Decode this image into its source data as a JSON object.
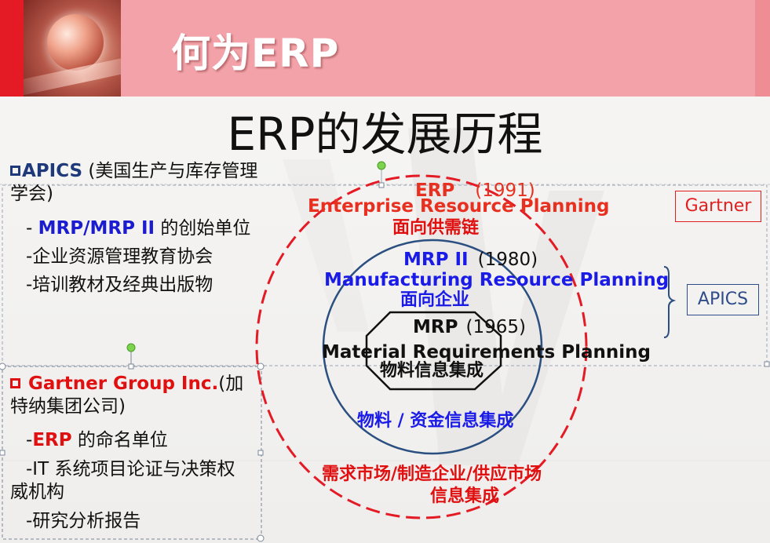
{
  "header": {
    "title": "何为ERP"
  },
  "main_title": "ERP的发展历程",
  "apics_block": {
    "title": "APICS",
    "subtitle_line1": " (美国生产与库存管理",
    "subtitle_line2": "学会)",
    "item1_prefix": "- ",
    "item1_bold": "MRP/MRP II",
    "item1_rest": " 的创始单位",
    "item2": "-企业资源管理教育协会",
    "item3": "-培训教材及经典出版物"
  },
  "gartner_block": {
    "title": "Gartner Group Inc.",
    "subtitle_line1": "(加",
    "subtitle_line2": "特纳集团公司)",
    "item1_prefix": "-",
    "item1_bold": "ERP",
    "item1_rest": " 的命名单位",
    "item2_line1": "-IT 系统项目论证与决策权",
    "item2_line2": "威机构",
    "item3": "-研究分析报告"
  },
  "diagram": {
    "erp": {
      "acronym": "ERP",
      "year": "(1991)",
      "full_name": "Enterprise Resource Planning",
      "focus": "面向供需链"
    },
    "mrp2": {
      "acronym": "MRP II",
      "year": "(1980)",
      "full_name": "Manufacturing Resource Planning",
      "focus": "面向企业"
    },
    "mrp": {
      "acronym": "MRP",
      "year": "(1965)",
      "full_name": "Material Requirements Planning",
      "focus": "物料信息集成"
    },
    "mrp2_scope": "物料 / 资金信息集成",
    "erp_scope_line1": "需求市场/制造企业/供应市场",
    "erp_scope_line2": "信息集成"
  },
  "right_labels": {
    "gartner": "Gartner",
    "apics": "APICS"
  },
  "colors": {
    "header_band": "#f2a2a8",
    "accent_red": "#e41a24",
    "erp_red": "#e83020",
    "mrp2_blue": "#1b1be8",
    "navy": "#1f3a7a"
  }
}
